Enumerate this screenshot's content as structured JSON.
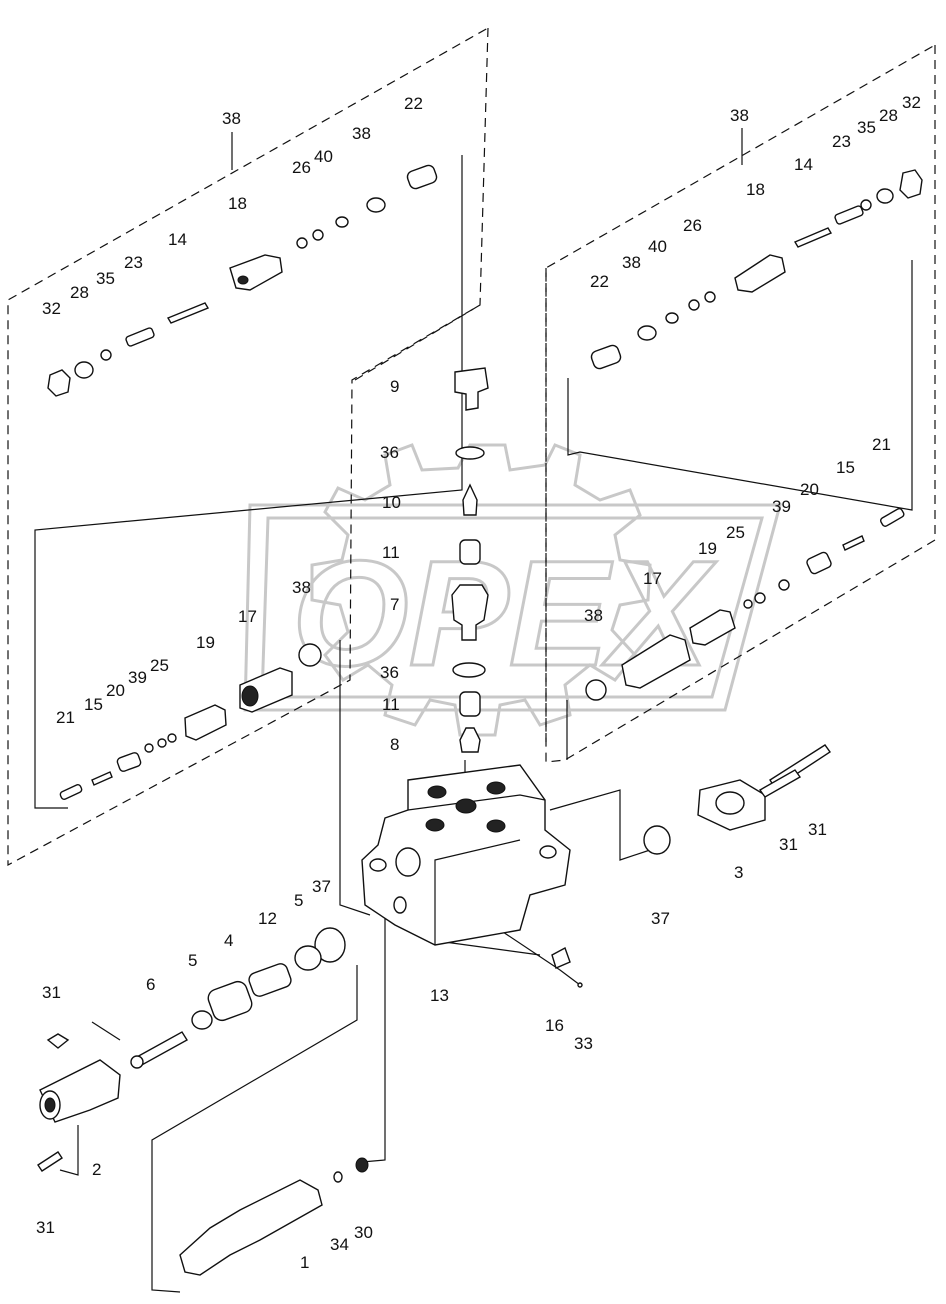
{
  "watermark": {
    "text": "OPEX",
    "color": "#c8c8c8"
  },
  "labels": [
    {
      "id": "lbl-38-top-left",
      "text": "38"
    },
    {
      "id": "lbl-38-upper-left-a",
      "text": "38"
    },
    {
      "id": "lbl-22-left",
      "text": "22"
    },
    {
      "id": "lbl-26-left",
      "text": "26"
    },
    {
      "id": "lbl-40-left",
      "text": "40"
    },
    {
      "id": "lbl-18-left",
      "text": "18"
    },
    {
      "id": "lbl-14-left",
      "text": "14"
    },
    {
      "id": "lbl-23-left",
      "text": "23"
    },
    {
      "id": "lbl-35-left",
      "text": "35"
    },
    {
      "id": "lbl-28-left",
      "text": "28"
    },
    {
      "id": "lbl-32-left",
      "text": "32"
    },
    {
      "id": "lbl-38-top-right",
      "text": "38"
    },
    {
      "id": "lbl-23-right",
      "text": "23"
    },
    {
      "id": "lbl-35-right",
      "text": "35"
    },
    {
      "id": "lbl-28-right",
      "text": "28"
    },
    {
      "id": "lbl-32-right",
      "text": "32"
    },
    {
      "id": "lbl-14-right",
      "text": "14"
    },
    {
      "id": "lbl-18-right",
      "text": "18"
    },
    {
      "id": "lbl-26-right",
      "text": "26"
    },
    {
      "id": "lbl-40-right",
      "text": "40"
    },
    {
      "id": "lbl-38-right-b",
      "text": "38"
    },
    {
      "id": "lbl-22-right",
      "text": "22"
    },
    {
      "id": "lbl-9",
      "text": "9"
    },
    {
      "id": "lbl-36-a",
      "text": "36"
    },
    {
      "id": "lbl-10",
      "text": "10"
    },
    {
      "id": "lbl-11-a",
      "text": "11"
    },
    {
      "id": "lbl-7",
      "text": "7"
    },
    {
      "id": "lbl-36-b",
      "text": "36"
    },
    {
      "id": "lbl-11-b",
      "text": "11"
    },
    {
      "id": "lbl-8",
      "text": "8"
    },
    {
      "id": "lbl-21-right",
      "text": "21"
    },
    {
      "id": "lbl-15-right",
      "text": "15"
    },
    {
      "id": "lbl-20-right",
      "text": "20"
    },
    {
      "id": "lbl-39-right",
      "text": "39"
    },
    {
      "id": "lbl-25-right",
      "text": "25"
    },
    {
      "id": "lbl-19-right",
      "text": "19"
    },
    {
      "id": "lbl-17-right",
      "text": "17"
    },
    {
      "id": "lbl-38-mid-right",
      "text": "38"
    },
    {
      "id": "lbl-38-mid-left",
      "text": "38"
    },
    {
      "id": "lbl-17-left",
      "text": "17"
    },
    {
      "id": "lbl-19-left",
      "text": "19"
    },
    {
      "id": "lbl-25-left",
      "text": "25"
    },
    {
      "id": "lbl-39-left",
      "text": "39"
    },
    {
      "id": "lbl-20-left",
      "text": "20"
    },
    {
      "id": "lbl-15-left",
      "text": "15"
    },
    {
      "id": "lbl-21-left",
      "text": "21"
    },
    {
      "id": "lbl-31-top-right",
      "text": "31"
    },
    {
      "id": "lbl-31-right",
      "text": "31"
    },
    {
      "id": "lbl-3",
      "text": "3"
    },
    {
      "id": "lbl-37-right",
      "text": "37"
    },
    {
      "id": "lbl-37-left",
      "text": "37"
    },
    {
      "id": "lbl-5-a",
      "text": "5"
    },
    {
      "id": "lbl-12",
      "text": "12"
    },
    {
      "id": "lbl-4",
      "text": "4"
    },
    {
      "id": "lbl-5-b",
      "text": "5"
    },
    {
      "id": "lbl-6",
      "text": "6"
    },
    {
      "id": "lbl-31-left-top",
      "text": "31"
    },
    {
      "id": "lbl-2",
      "text": "2"
    },
    {
      "id": "lbl-31-left-bottom",
      "text": "31"
    },
    {
      "id": "lbl-13",
      "text": "13"
    },
    {
      "id": "lbl-16",
      "text": "16"
    },
    {
      "id": "lbl-33",
      "text": "33"
    },
    {
      "id": "lbl-34",
      "text": "34"
    },
    {
      "id": "lbl-30",
      "text": "30"
    },
    {
      "id": "lbl-1",
      "text": "1"
    }
  ]
}
